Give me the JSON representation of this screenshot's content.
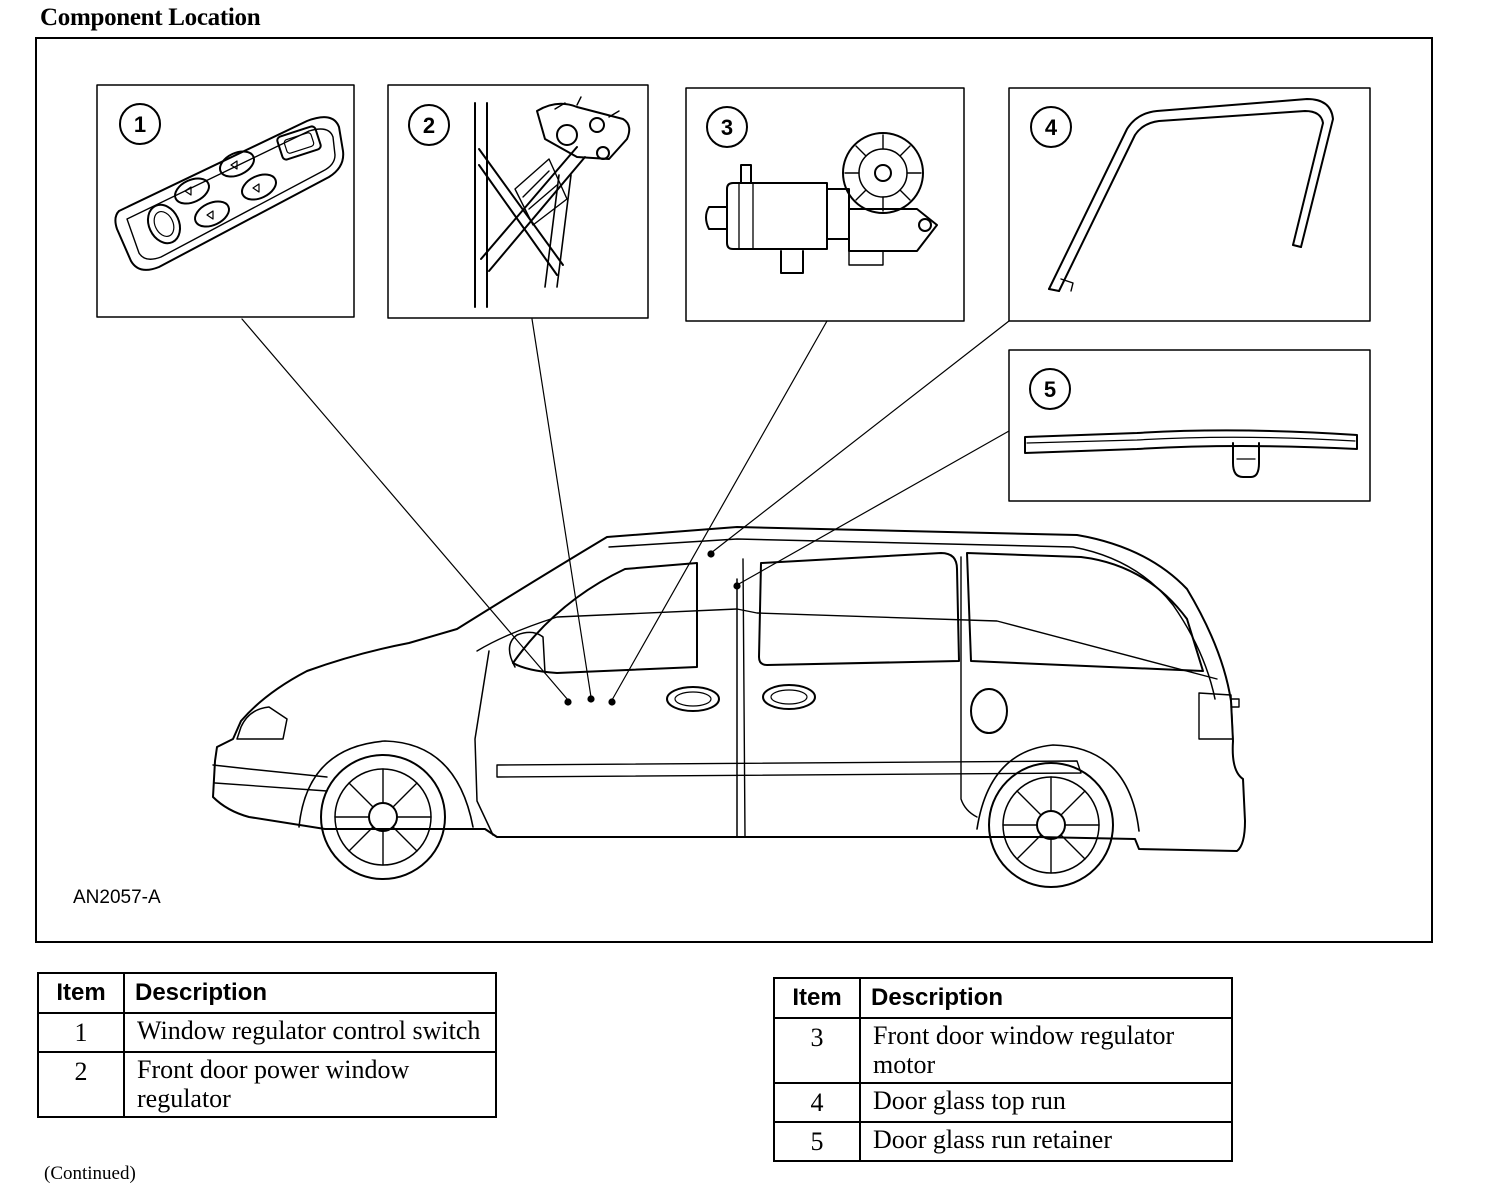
{
  "section_title": "Component Location",
  "figure": {
    "figure_id": "AN2057-A",
    "callouts": [
      "1",
      "2",
      "3",
      "4",
      "5"
    ]
  },
  "legend": {
    "header_item": "Item",
    "header_description": "Description",
    "left_rows": [
      {
        "item": "1",
        "description": "Window regulator control switch"
      },
      {
        "item": "2",
        "description": "Front door power window regulator"
      }
    ],
    "right_rows": [
      {
        "item": "3",
        "description": "Front door window regulator motor"
      },
      {
        "item": "4",
        "description": "Door glass top run"
      },
      {
        "item": "5",
        "description": "Door glass run retainer"
      }
    ]
  },
  "continued_note": "(Continued)"
}
